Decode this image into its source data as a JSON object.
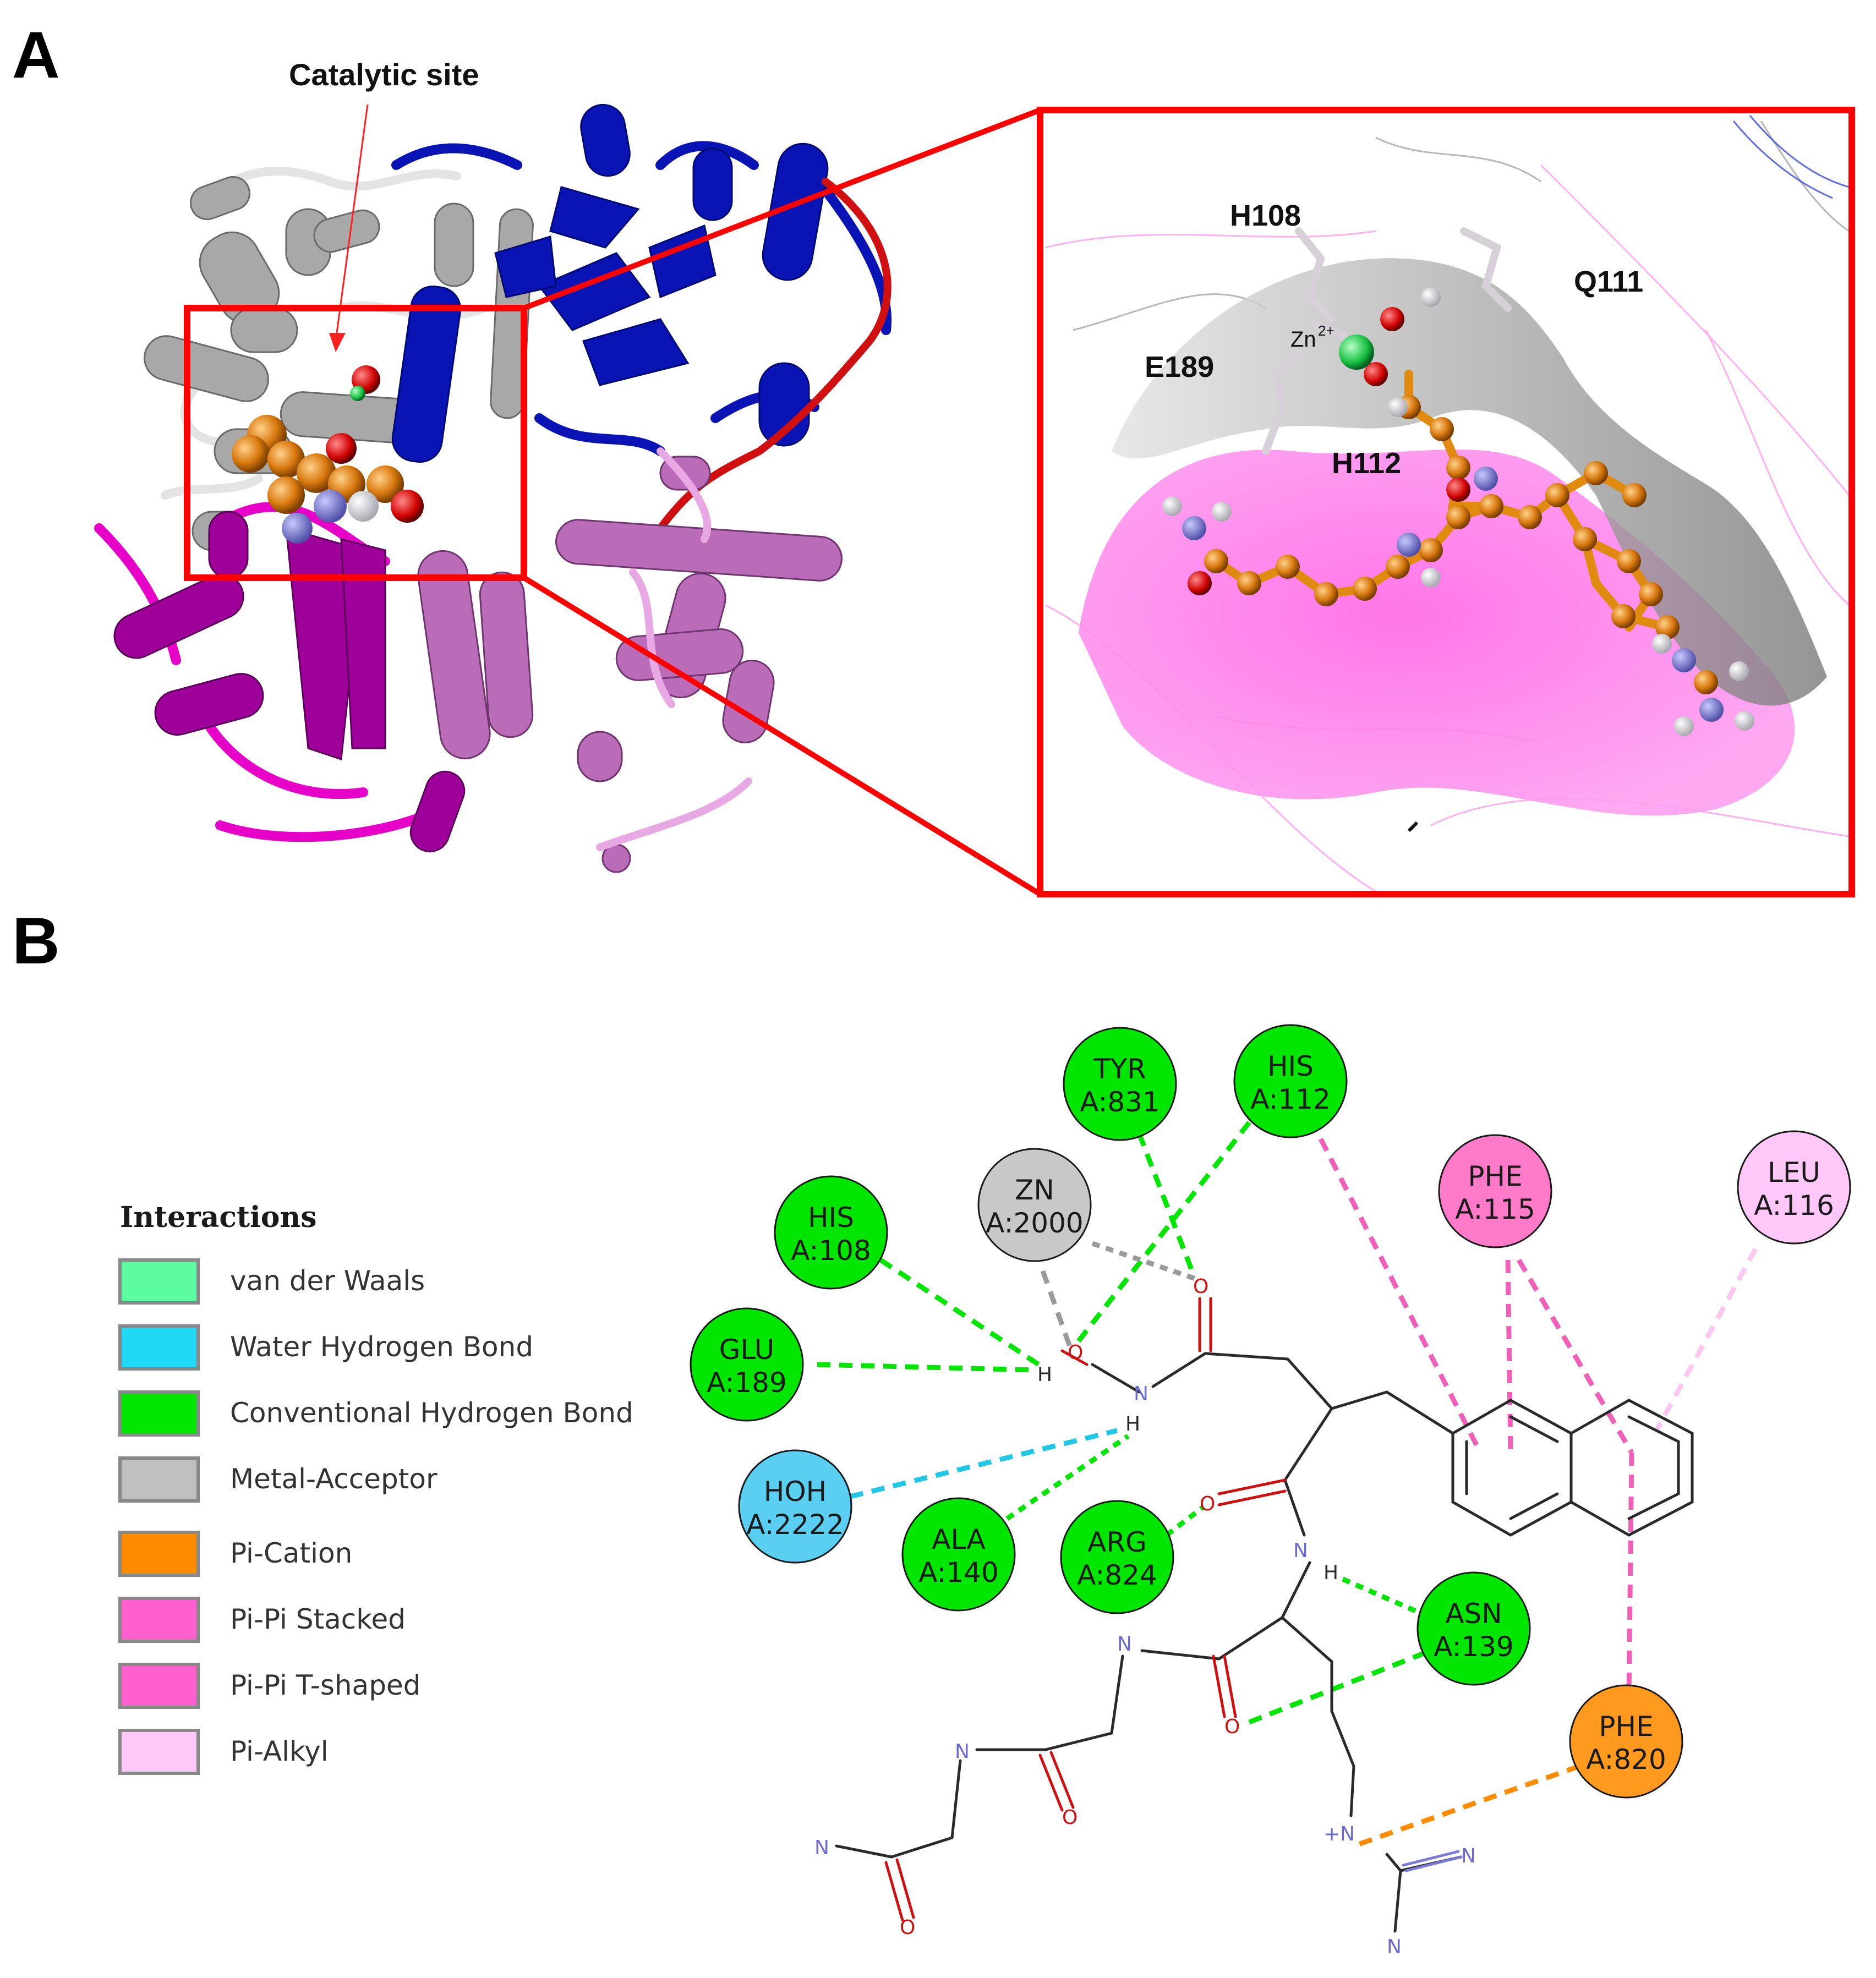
{
  "panels": {
    "a": "A",
    "b": "B"
  },
  "panel_a": {
    "callout": "Catalytic site",
    "zoom_labels": {
      "h108": "H108",
      "q111": "Q111",
      "e189": "E189",
      "h112": "H112",
      "zn": "Zn",
      "zn_charge": "2+"
    }
  },
  "legend": {
    "title": "Interactions",
    "items": [
      {
        "label": "van der Waals",
        "color": "#5dfca0"
      },
      {
        "label": "Water Hydrogen Bond",
        "color": "#21d8f6"
      },
      {
        "label": "Conventional Hydrogen Bond",
        "color": "#00e600"
      },
      {
        "label": "Metal-Acceptor",
        "color": "#c0c0c0"
      },
      {
        "label": "Pi-Cation",
        "color": "#ff8c00"
      },
      {
        "label": "Pi-Pi Stacked",
        "color": "#ff5fcf"
      },
      {
        "label": "Pi-Pi T-shaped",
        "color": "#ff5fcf"
      },
      {
        "label": "Pi-Alkyl",
        "color": "#ffc8f8"
      }
    ]
  },
  "residues": {
    "tyr831": {
      "line1": "TYR",
      "line2": "A:831",
      "color": "#00e600"
    },
    "his112": {
      "line1": "HIS",
      "line2": "A:112",
      "color": "#00e600"
    },
    "zn2000": {
      "line1": "ZN",
      "line2": "A:2000",
      "color": "#c8c8c8"
    },
    "his108": {
      "line1": "HIS",
      "line2": "A:108",
      "color": "#00e600"
    },
    "glu189": {
      "line1": "GLU",
      "line2": "A:189",
      "color": "#00e600"
    },
    "hoh2222": {
      "line1": "HOH",
      "line2": "A:2222",
      "color": "#5bcff2"
    },
    "ala140": {
      "line1": "ALA",
      "line2": "A:140",
      "color": "#00e600"
    },
    "arg824": {
      "line1": "ARG",
      "line2": "A:824",
      "color": "#00e600"
    },
    "asn139": {
      "line1": "ASN",
      "line2": "A:139",
      "color": "#00e600"
    },
    "phe115": {
      "line1": "PHE",
      "line2": "A:115",
      "color": "#ff7ac8"
    },
    "leu116": {
      "line1": "LEU",
      "line2": "A:116",
      "color": "#ffc8f8"
    },
    "phe820": {
      "line1": "PHE",
      "line2": "A:820",
      "color": "#ff9a1f"
    }
  },
  "atoms": {
    "o": "O",
    "h": "H",
    "n": "N",
    "nplus": "+N"
  }
}
